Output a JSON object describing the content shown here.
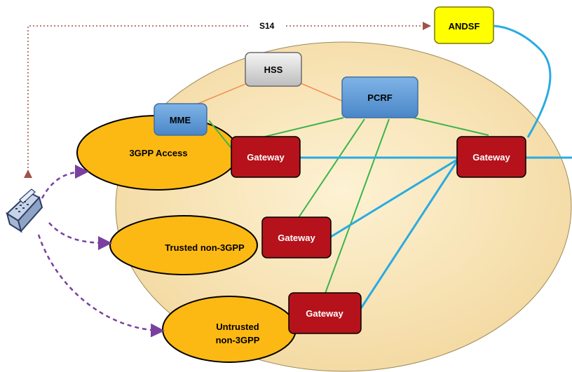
{
  "diagram": {
    "interface_label": "S14",
    "nodes": {
      "andsf": "ANDSF",
      "hss": "HSS",
      "pcrf": "PCRF",
      "mme": "MME",
      "access_3gpp": "3GPP Access",
      "trusted_access": "Trusted non-3GPP",
      "untrusted_access_line1": "Untrusted",
      "untrusted_access_line2": "non-3GPP",
      "gateway_3gpp": "Gateway",
      "gateway_core": "Gateway",
      "gateway_trusted": "Gateway",
      "gateway_untrusted": "Gateway"
    },
    "colors": {
      "core_fill": "#f6deaa",
      "access_fill": "#fdb913",
      "gateway_fill": "#b5121b",
      "andsf_fill": "#ffff00",
      "pcrf_mme_fill": "#5b9bd5",
      "hss_fill": "#d9d9d9",
      "blue_link": "#29abe2",
      "green_link": "#3cb44b",
      "orange_link": "#f28e52",
      "purple_link": "#7b3fa0",
      "s14_link": "#a0524a"
    }
  }
}
